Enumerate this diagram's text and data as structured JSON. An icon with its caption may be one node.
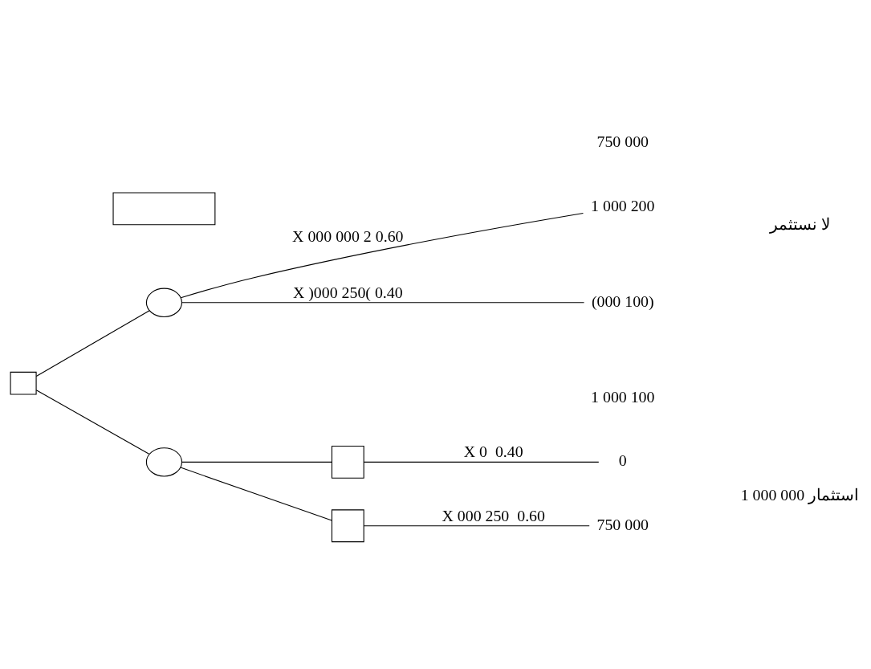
{
  "diagram": {
    "nodes": [
      {
        "text": [],
        "shape": "box"
      },
      {
        "text": [],
        "shape": "box"
      },
      {
        "text": [],
        "shape": "circle"
      },
      {
        "text": [],
        "shape": "circle"
      },
      {
        "text": [],
        "shape": "box"
      },
      {
        "text": [],
        "shape": "box"
      },
      {
        "text": [
          "1 000 200"
        ]
      },
      {
        "text": [
          "(000 100)"
        ]
      },
      {
        "text": [
          "750 000"
        ]
      },
      {
        "text": [
          "0"
        ]
      }
    ],
    "edges": [
      {
        "from": 1,
        "to": 2,
        "arrow": "none"
      },
      {
        "from": 1,
        "to": 3,
        "arrow": "none"
      },
      {
        "from": 2,
        "to": 6,
        "arrow": "none",
        "label": "X 000 000 2 0.60"
      },
      {
        "from": 2,
        "to": 7,
        "arrow": "none",
        "label": "X )000 250( 0.40"
      },
      {
        "from": 3,
        "to": 4,
        "arrow": "none"
      },
      {
        "from": 3,
        "to": 5,
        "arrow": "none"
      },
      {
        "from": 4,
        "to": 8,
        "arrow": "none",
        "label": "X 000 250  0.60"
      },
      {
        "from": 5,
        "to": 9,
        "arrow": "none",
        "label": "X 0  0.40"
      }
    ],
    "labels": [
      "1 000 100",
      "1 000 000 استثمار",
      "لا نستثمر",
      "750 000"
    ]
  }
}
